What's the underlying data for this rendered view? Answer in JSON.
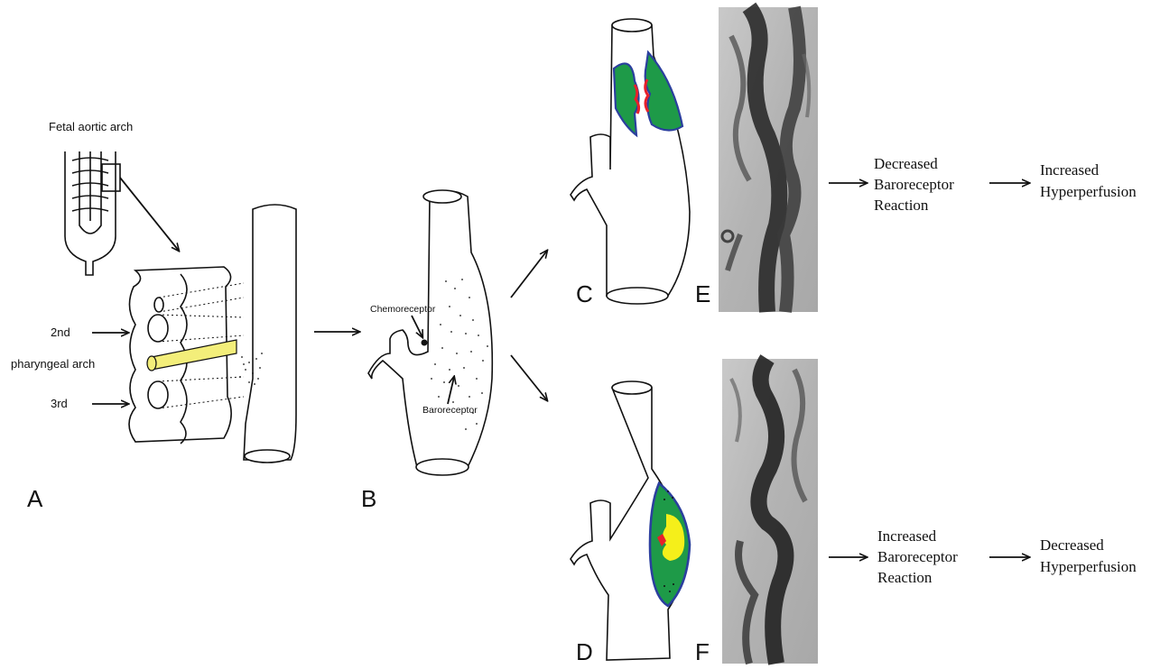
{
  "panels": {
    "a": {
      "letter": "A",
      "fetal_label": "Fetal aortic arch",
      "arch_2nd": "2nd",
      "arch_name": "pharyngeal arch",
      "arch_3rd": "3rd"
    },
    "b": {
      "letter": "B",
      "chemoreceptor": "Chemoreceptor",
      "baroreceptor": "Baroreceptor"
    },
    "c": {
      "letter": "C"
    },
    "d": {
      "letter": "D"
    },
    "e": {
      "letter": "E"
    },
    "f": {
      "letter": "F"
    }
  },
  "flow_top": {
    "step1_line1": "Decreased",
    "step1_line2": "Baroreceptor",
    "step1_line3": "Reaction",
    "step2_line1": "Increased",
    "step2_line2": "Hyperperfusion"
  },
  "flow_bottom": {
    "step1_line1": "Increased",
    "step1_line2": "Baroreceptor",
    "step1_line3": "Reaction",
    "step2_line1": "Decreased",
    "step2_line2": "Hyperperfusion"
  },
  "colors": {
    "plaque_green": "#1e9a48",
    "plaque_border": "#2b3f9e",
    "lumen_red": "#e8202a",
    "calcium_yellow": "#f5ef1a",
    "embryo_yellow": "#f3ee7a"
  }
}
